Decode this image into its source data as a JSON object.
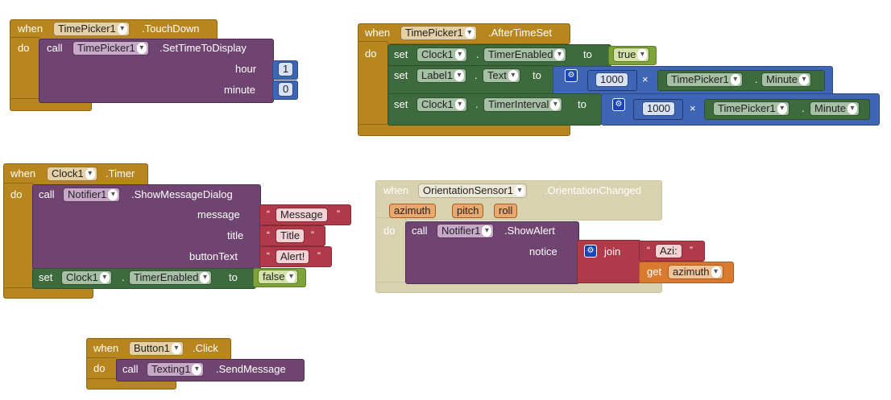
{
  "keywords": {
    "when": "when",
    "do": "do",
    "call": "call",
    "set": "set",
    "to": "to",
    "get": "get",
    "join": "join",
    "dot": ".",
    "times": "×",
    "open_quote": "“",
    "close_quote": "”"
  },
  "block1": {
    "component": "TimePicker1",
    "event": ".TouchDown",
    "call_component": "TimePicker1",
    "method": ".SetTimeToDisplay",
    "args": [
      {
        "label": "hour",
        "value": "1"
      },
      {
        "label": "minute",
        "value": "0"
      }
    ]
  },
  "block2": {
    "component": "TimePicker1",
    "event": ".AfterTimeSet",
    "set1": {
      "component": "Clock1",
      "property": "TimerEnabled",
      "value": "true"
    },
    "set2": {
      "component": "Label1",
      "property": "Text",
      "number": "1000",
      "ref_component": "TimePicker1",
      "ref_property": "Minute"
    },
    "set3": {
      "component": "Clock1",
      "property": "TimerInterval",
      "number": "1000",
      "ref_component": "TimePicker1",
      "ref_property": "Minute"
    }
  },
  "block3": {
    "component": "Clock1",
    "event": ".Timer",
    "call_component": "Notifier1",
    "method": ".ShowMessageDialog",
    "args": [
      {
        "label": "message",
        "value": "Message"
      },
      {
        "label": "title",
        "value": "Title"
      },
      {
        "label": "buttonText",
        "value": "Alert!"
      }
    ],
    "set": {
      "component": "Clock1",
      "property": "TimerEnabled",
      "value": "false"
    }
  },
  "block4": {
    "component": "OrientationSensor1",
    "event": ".OrientationChanged",
    "params": [
      "azimuth",
      "pitch",
      "roll"
    ],
    "call_component": "Notifier1",
    "method": ".ShowAlert",
    "arg_label": "notice",
    "text_value": "Azi:",
    "get_var": "azimuth"
  },
  "block5": {
    "component": "Button1",
    "event": ".Click",
    "call_component": "Texting1",
    "method": ".SendMessage"
  },
  "colors": {
    "event": "#b8861e",
    "procedure": "#6f4470",
    "setter": "#3e6b3e",
    "math": "#3f66b4",
    "text": "#b03a4a",
    "variable": "#d97a2e",
    "logic": "#7ea33a",
    "disabled_event": "#d9d2b0"
  }
}
